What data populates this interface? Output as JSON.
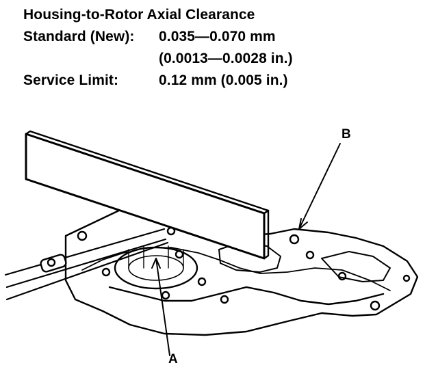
{
  "spec": {
    "title": "Housing-to-Rotor Axial Clearance",
    "standard_label": "Standard (New):",
    "standard_mm": "0.035—0.070 mm",
    "standard_in": "(0.0013—0.0028 in.)",
    "service_label": "Service Limit:",
    "service_value": "0.12 mm (0.005 in.)"
  },
  "callouts": {
    "a": "A",
    "b": "B"
  },
  "illustration": {
    "parts": [
      "straight-edge",
      "feeler-gauge",
      "pump-housing",
      "pump-rotor"
    ]
  }
}
